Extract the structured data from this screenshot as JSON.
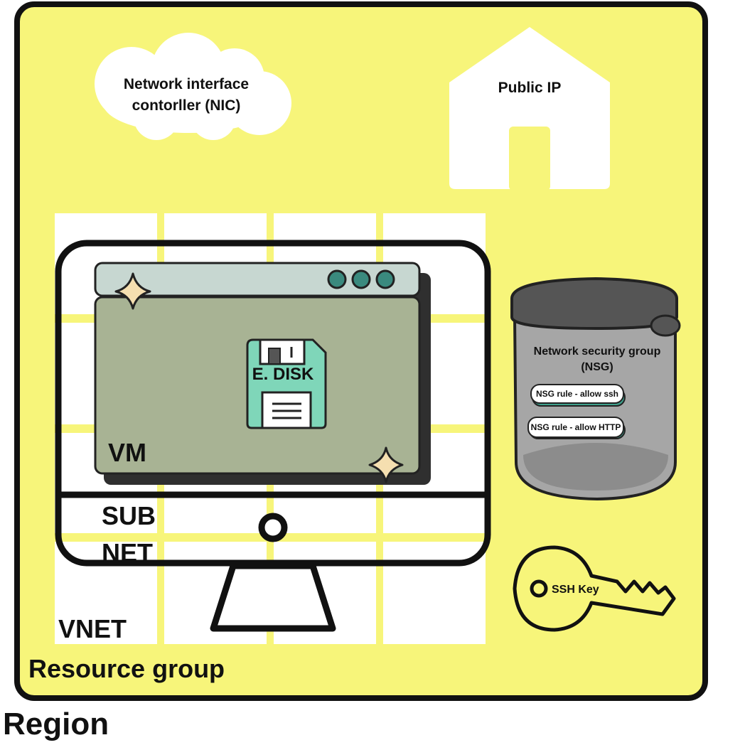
{
  "labels": {
    "region": "Region",
    "resource_group": "Resource group",
    "vnet": "VNET",
    "subnet_line1": "SUB",
    "subnet_line2": "NET",
    "vm": "VM",
    "disk": "E. DISK",
    "nic_line1": "Network interface",
    "nic_line2": "contorller (NIC)",
    "public_ip": "Public IP",
    "nsg_line1": "Network security group",
    "nsg_line2": "(NSG)",
    "nsg_rule_1": "NSG rule - allow ssh",
    "nsg_rule_2": "NSG rule - allow HTTP",
    "ssh_key": "SSH Key"
  },
  "icons": {
    "nic": "cloud-icon",
    "public_ip": "house-icon",
    "vm": "monitor-icon",
    "disk": "floppy-disk-icon",
    "nsg": "trash-can-icon",
    "ssh_key": "key-icon"
  },
  "colors": {
    "resource_group_fill": "#f7f57a",
    "vnet_grid": "#ffffff",
    "vm_window": "#a8b394",
    "window_titlebar": "#c7d7d1",
    "window_buttons": "#3a8a7e",
    "disk": "#7fd6b9",
    "nsg_body": "#a6a6a6",
    "nsg_lid": "#555555",
    "nsg_rule_accent": "#3fa08c",
    "sparkle": "#f5dfb0"
  }
}
